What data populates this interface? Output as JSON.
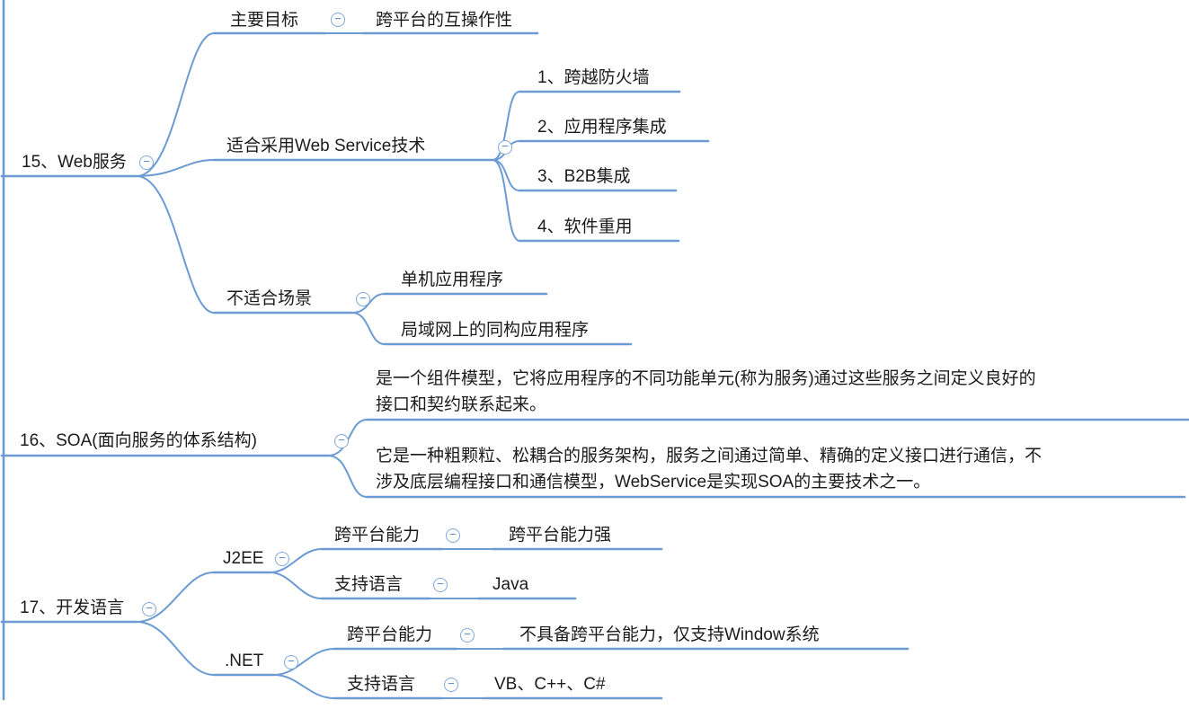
{
  "canvas": {
    "background": "#ffffff",
    "line_color": "#6b9bd2",
    "text_color": "#1b1b1b"
  },
  "icons": {
    "collapse_glyph": "−"
  },
  "mindmap": {
    "web": {
      "label": "15、Web服务"
    },
    "goal": {
      "label": "主要目标"
    },
    "goal_value": {
      "label": "跨平台的互操作性"
    },
    "fit": {
      "label": "适合采用Web Service技术"
    },
    "fit_items": {
      "i1": "1、跨越防火墙",
      "i2": "2、应用程序集成",
      "i3": "3、B2B集成",
      "i4": "4、软件重用"
    },
    "unfit": {
      "label": "不适合场景"
    },
    "unfit_items": {
      "i1": "单机应用程序",
      "i2": "局域网上的同构应用程序"
    },
    "soa": {
      "label": "16、SOA(面向服务的体系结构)"
    },
    "soa_items": {
      "i1": "是一个组件模型，它将应用程序的不同功能单元(称为服务)通过这些服务之间定义良好的接口和契约联系起来。",
      "i2": "它是一种粗颗粒、松耦合的服务架构，服务之间通过简单、精确的定义接口进行通信，不涉及底层编程接口和通信模型，WebService是实现SOA的主要技术之一。"
    },
    "dev": {
      "label": "17、开发语言"
    },
    "j2ee": {
      "label": "J2EE"
    },
    "j2ee_cross": {
      "label": "跨平台能力"
    },
    "j2ee_cross_value": {
      "label": "跨平台能力强"
    },
    "j2ee_lang": {
      "label": "支持语言"
    },
    "j2ee_lang_value": {
      "label": "Java"
    },
    "dotnet": {
      "label": ".NET"
    },
    "net_cross": {
      "label": "跨平台能力"
    },
    "net_cross_value": {
      "label": "不具备跨平台能力，仅支持Window系统"
    },
    "net_lang": {
      "label": "支持语言"
    },
    "net_lang_value": {
      "label": "VB、C++、C#"
    }
  }
}
